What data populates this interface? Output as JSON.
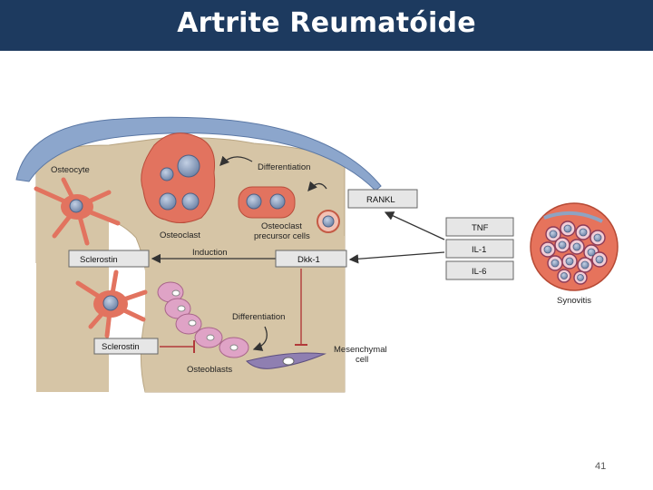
{
  "header": {
    "title": "Artrite Reumatóide"
  },
  "footer": {
    "page_number": "41"
  },
  "diagram": {
    "labels": {
      "osteocyte": "Osteocyte",
      "differentiation_top": "Differentiation",
      "rankl": "RANKL",
      "osteoclast": "Osteoclast",
      "osteoclast_precursor_line1": "Osteoclast",
      "osteoclast_precursor_line2": "precursor cells",
      "tnf": "TNF",
      "il1": "IL-1",
      "il6": "IL-6",
      "sclerostin_top": "Sclerostin",
      "induction": "Induction",
      "dkk1": "Dkk-1",
      "synovitis": "Synovitis",
      "differentiation_bottom": "Differentiation",
      "sclerostin_bottom": "Sclerostin",
      "mesenchymal_line1": "Mesenchymal",
      "mesenchymal_line2": "cell",
      "osteoblasts": "Osteoblasts"
    },
    "colors": {
      "bone": "#d6c5a6",
      "cartilage": "#8ca6cc",
      "osteoclast": "#e2735f",
      "nucleus": "#8fa3c2",
      "osteoblast": "#dfa3c6",
      "mesenchymal": "#8f7fb1",
      "synovium": "#e6735c"
    }
  }
}
